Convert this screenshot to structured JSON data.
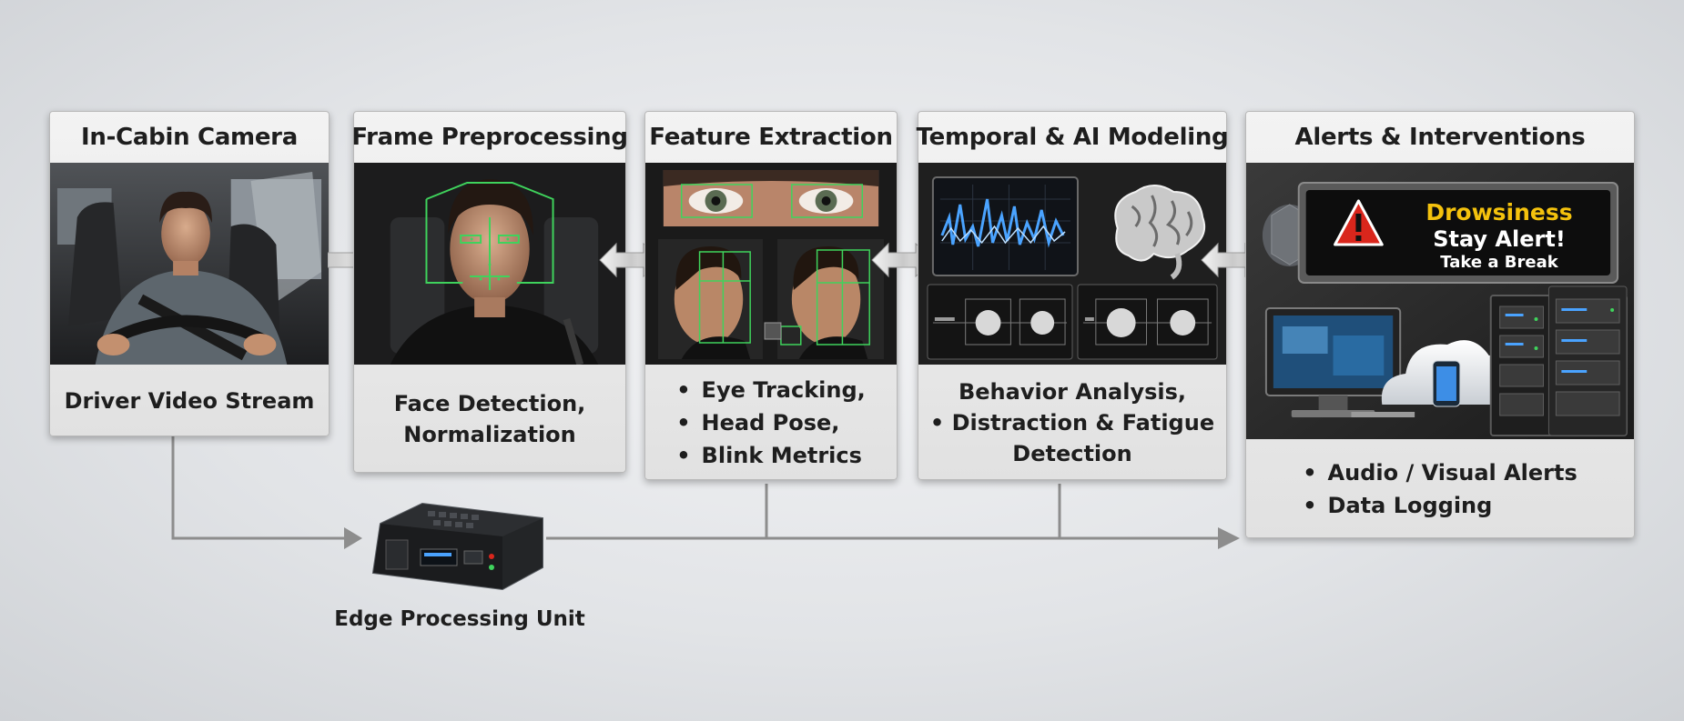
{
  "stages": [
    {
      "title": "In-Cabin Camera",
      "caption": "Driver Video Stream"
    },
    {
      "title": "Frame Preprocessing",
      "caption_lines": [
        "Face Detection,",
        "Normalization"
      ]
    },
    {
      "title": "Feature Extraction",
      "bullets": [
        "Eye Tracking,",
        "Head Pose,",
        "Blink Metrics"
      ]
    },
    {
      "title": "Temporal & AI Modeling",
      "caption_lines": [
        "Behavior Analysis,",
        "• Distraction & Fatigue",
        "Detection"
      ]
    },
    {
      "title": "Alerts & Interventions",
      "bullets": [
        "Audio / Visual Alerts",
        "Data Logging"
      ]
    }
  ],
  "alert_screen": {
    "line1": "Drowsiness",
    "line2": "Stay Alert!",
    "line3": "Take a Break"
  },
  "edge_unit": {
    "label": "Edge Processing Unit"
  },
  "colors": {
    "background": "#e4e6e9",
    "panel": "#ececec",
    "connector": "#8a8a8a",
    "detection_box": "#3fd35c",
    "alert_yellow": "#f4c20d",
    "warning_red": "#d9261c",
    "waveform_blue": "#4aa3ff"
  },
  "icons": [
    "arrow-right-icon",
    "warning-triangle-icon",
    "brain-icon",
    "cloud-icon",
    "phone-icon",
    "server-rack-icon",
    "monitor-icon",
    "camera-icon"
  ]
}
